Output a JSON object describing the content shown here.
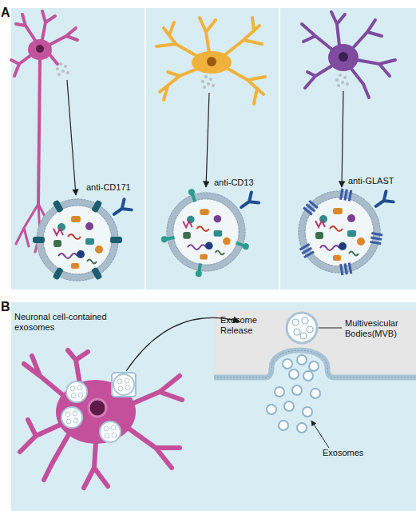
{
  "diagram": {
    "nodes": [
      {
        "text": [
          "A"
        ]
      },
      {
        "text": [
          "B",
          "Neuronal cell-contained exosomes"
        ]
      },
      {
        "text": [
          "Exosome Release"
        ],
        "in": 1
      }
    ],
    "labels": [
      "anti-CD171",
      "anti-CD13",
      "anti-GLAST",
      "Multivesicular Bodies(MVB)",
      "Exosomes"
    ]
  }
}
